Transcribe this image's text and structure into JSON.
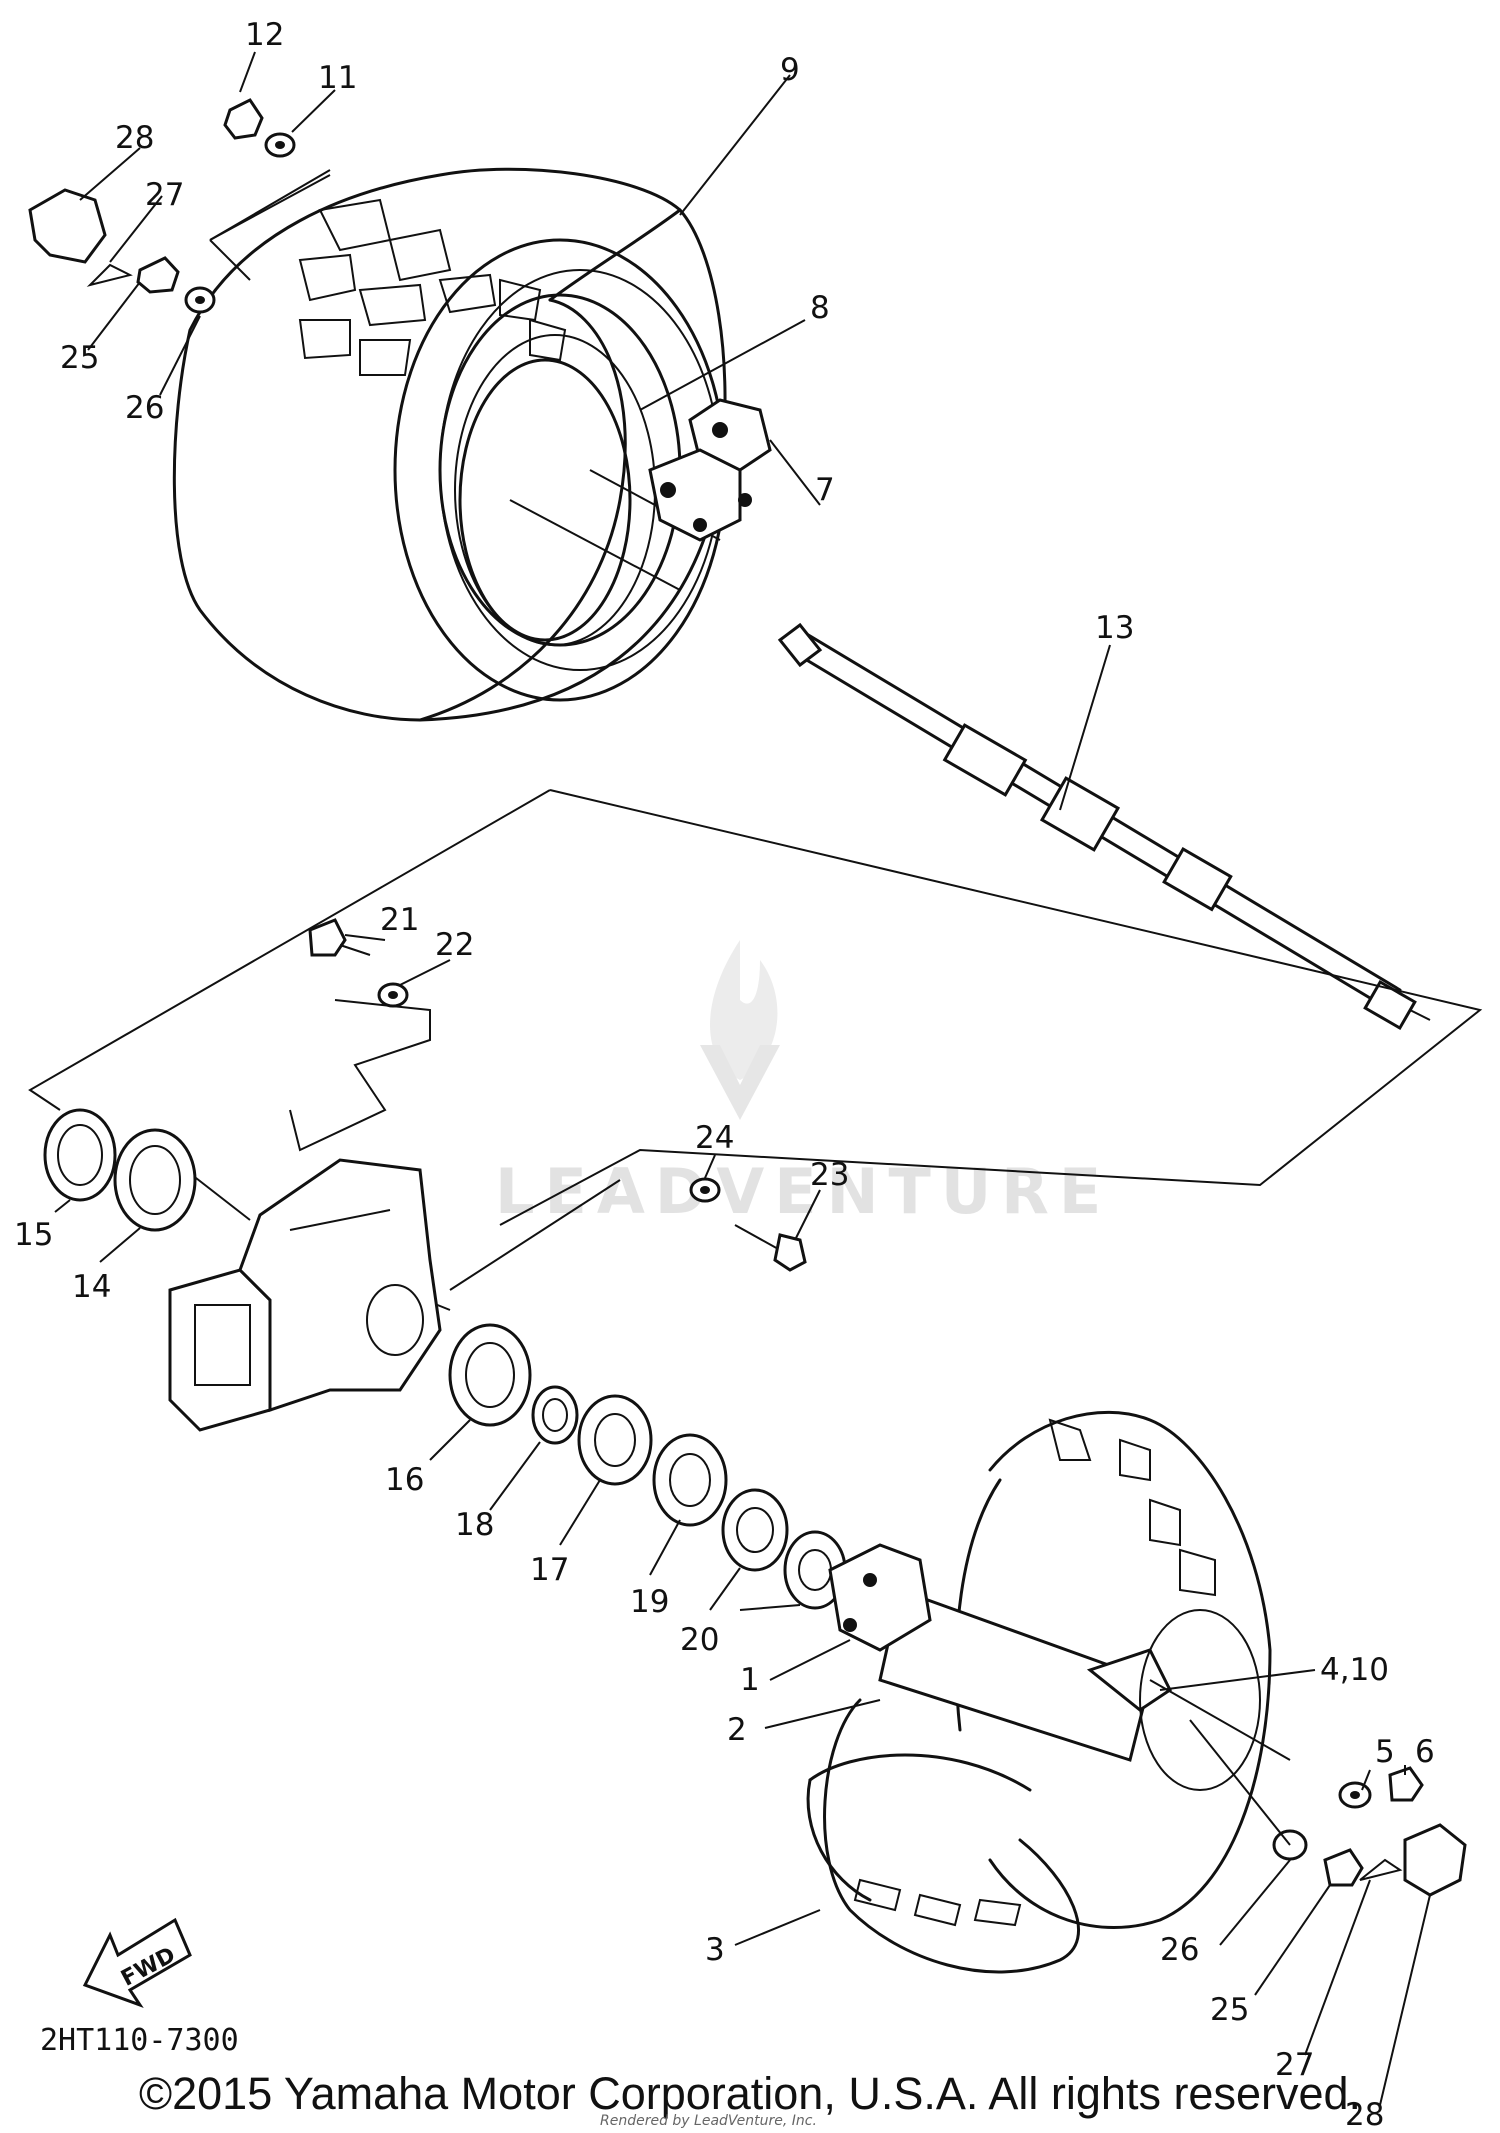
{
  "part_numbers": {
    "p1": "1",
    "p2": "2",
    "p3": "3",
    "p4_10": "4,10",
    "p5": "5",
    "p6": "6",
    "p7": "7",
    "p8": "8",
    "p9": "9",
    "p11": "11",
    "p12": "12",
    "p13": "13",
    "p14": "14",
    "p15": "15",
    "p16": "16",
    "p17": "17",
    "p18": "18",
    "p19": "19",
    "p20": "20",
    "p21": "21",
    "p22": "22",
    "p23": "23",
    "p24": "24",
    "p25_top": "25",
    "p26_top": "26",
    "p27_top": "27",
    "p28_top": "28",
    "p25_bottom": "25",
    "p26_bottom": "26",
    "p27_bottom": "27",
    "p28_bottom": "28"
  },
  "direction_arrow": "FWD",
  "diagram_code": "2HT110-7300",
  "watermark": "LEADVENTURE",
  "copyright": "©2015 Yamaha Motor Corporation, U.S.A. All rights reserved.",
  "rendered_by": "Rendered by LeadVenture, Inc."
}
